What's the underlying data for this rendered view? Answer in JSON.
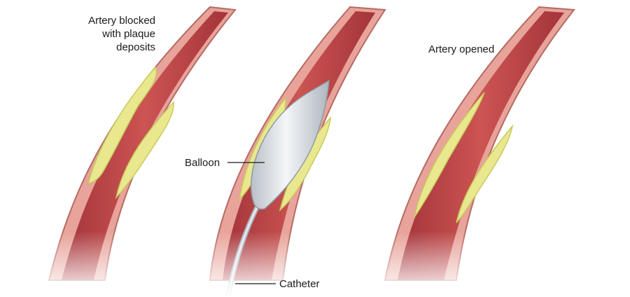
{
  "labels": {
    "blocked_line1": "Artery blocked",
    "blocked_line2": "with plaque",
    "blocked_line3": "deposits",
    "balloon": "Balloon",
    "catheter": "Catheter",
    "opened": "Artery opened"
  },
  "colors": {
    "vessel_wall": "#e8a39a",
    "wall_edge": "#b56a63",
    "lumen": "#c34a4a",
    "lumen_dark": "#a3343a",
    "plaque": "#e9e88f",
    "plaque_edge": "#c9c95a",
    "balloon": "#dfe3e8",
    "catheter": "#c4ccd4"
  }
}
